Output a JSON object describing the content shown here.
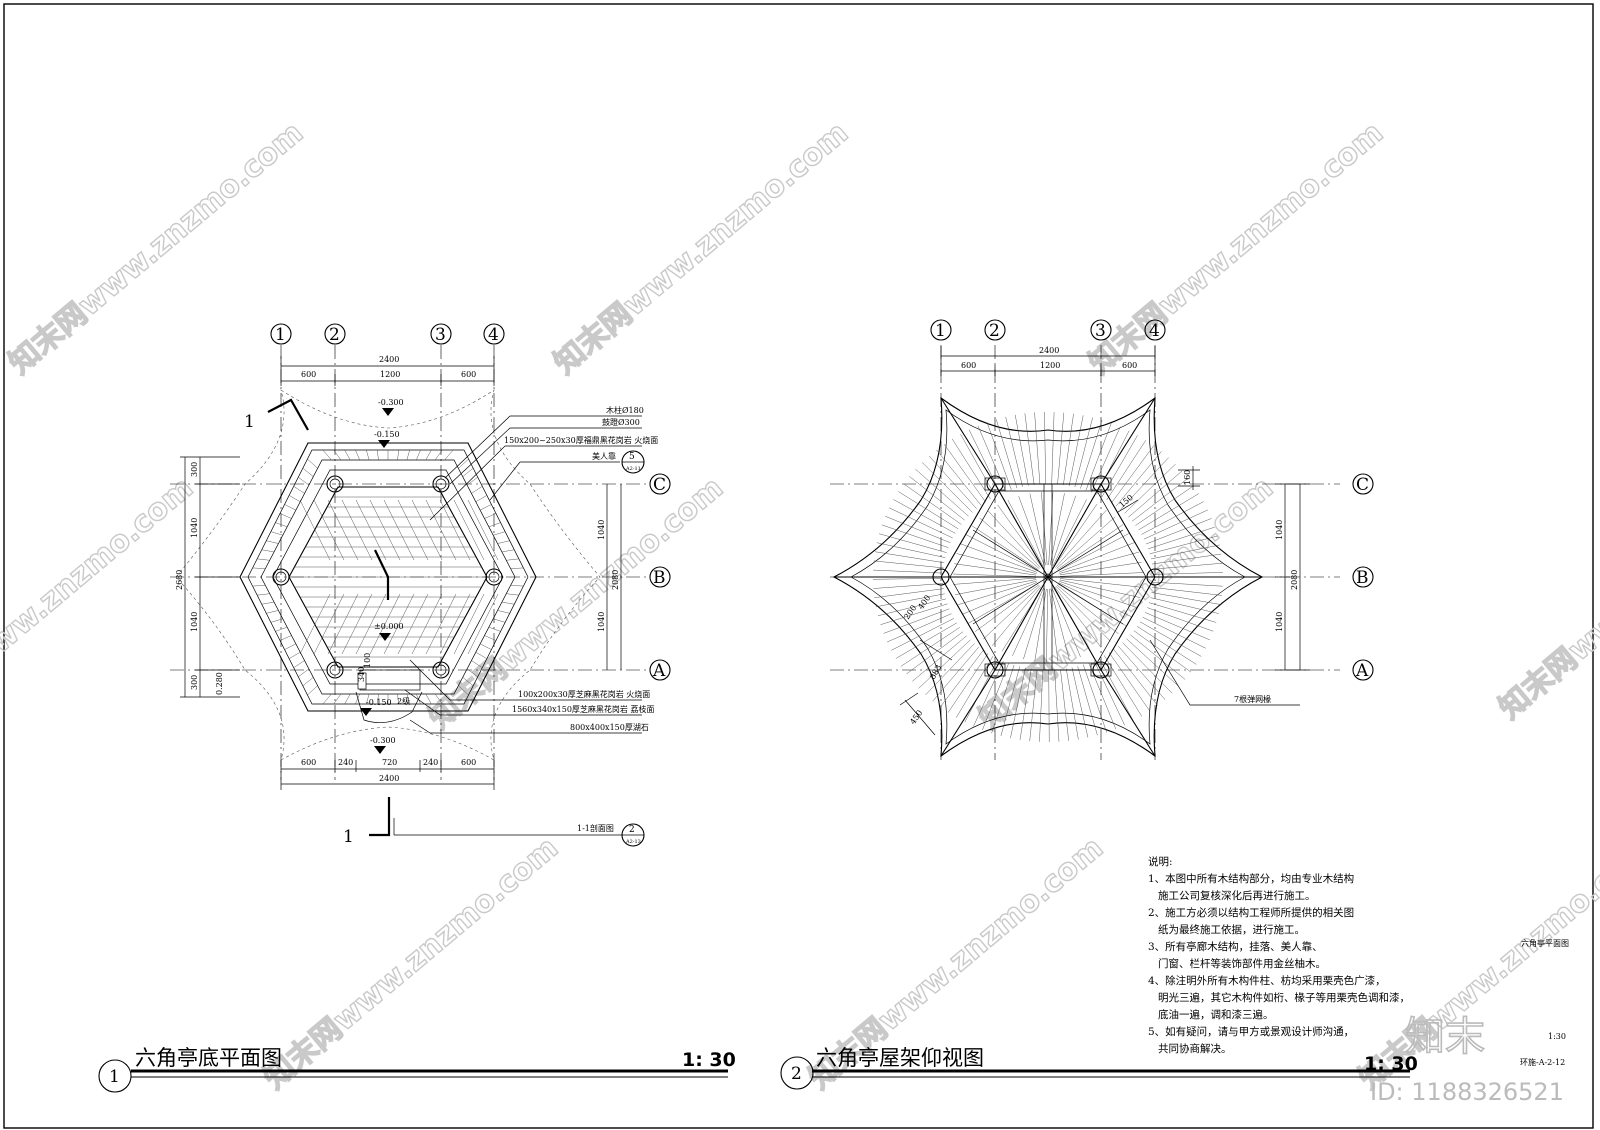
{
  "plan1": {
    "axes": [
      "1",
      "2",
      "3",
      "4"
    ],
    "rows": [
      "C",
      "B",
      "A"
    ],
    "dims_top_total": "2400",
    "dims_top": [
      "600",
      "1200",
      "600"
    ],
    "dims_bottom": [
      "600",
      "240",
      "720",
      "240",
      "600"
    ],
    "dims_bottom_total": "2400",
    "dims_left_total": "2680",
    "dims_left": [
      "300",
      "1040",
      "1040",
      "300"
    ],
    "dims_right_total": "2080",
    "dims_right": [
      "1040",
      "1040"
    ],
    "levels": [
      "-0.300",
      "-0.150",
      "±0.000",
      "-0.150",
      "-0.300"
    ],
    "step_note": "2级",
    "dim_340": "340",
    "dim_100": "100",
    "dim_280": "0.280",
    "callouts_top": [
      "木柱Ø180",
      "鼓蹬Ø300",
      "150x200~250x30厚福鼎黑花岗岩 火烧面",
      "美人靠"
    ],
    "callouts_bottom": [
      "100x200x30厚芝麻黑花岗岩 火烧面",
      "1560x340x150厚芝麻黑花岗岩 荔枝面",
      "800x400x150厚湖石"
    ],
    "detail_ref": {
      "num": "5",
      "sheet": "A2-11"
    },
    "section_mark": "1",
    "section_label": "1-1剖面图",
    "section_ref": {
      "num": "2",
      "sheet": "A2-13"
    },
    "title_num": "1",
    "title": "六角亭底平面图",
    "scale": "1: 30"
  },
  "plan2": {
    "axes": [
      "1",
      "2",
      "3",
      "4"
    ],
    "rows": [
      "C",
      "B",
      "A"
    ],
    "dims_top_total": "2400",
    "dims_top": [
      "600",
      "1200",
      "600"
    ],
    "dims_right_total": "2080",
    "dims_right": [
      "1040",
      "1040"
    ],
    "dims_misc": [
      "160",
      "150",
      "200",
      "400",
      "883",
      "450"
    ],
    "callout": "7根弹网椽",
    "title_num": "2",
    "title": "六角亭屋架仰视图",
    "scale": "1: 30"
  },
  "notes": {
    "heading": "说明:",
    "lines": [
      "1、本图中所有木结构部分，均由专业木结构",
      "   施工公司复核深化后再进行施工。",
      "2、施工方必须以结构工程师所提供的相关图",
      "   纸为最终施工依据，进行施工。",
      "3、所有亭廊木结构，挂落、美人靠、",
      "   门窗、栏杆等装饰部件用金丝柚木。",
      "4、除注明外所有木构件柱、枋均采用栗壳色广漆，",
      "   明光三遍，其它木构件如桁、椽子等用栗壳色调和漆，",
      "   底油一遍，调和漆三遍。",
      "5、如有疑问，请与甲方或景观设计师沟通，",
      "   共同协商解决。"
    ]
  },
  "titleblock": {
    "sheet_name": "六角亭平面图",
    "scale": "1:30",
    "sheet_no": "环施-A-2-12"
  },
  "watermark": {
    "text": "知末网www.znzmo.com",
    "logo": "知末",
    "id": "ID: 1188326521"
  }
}
